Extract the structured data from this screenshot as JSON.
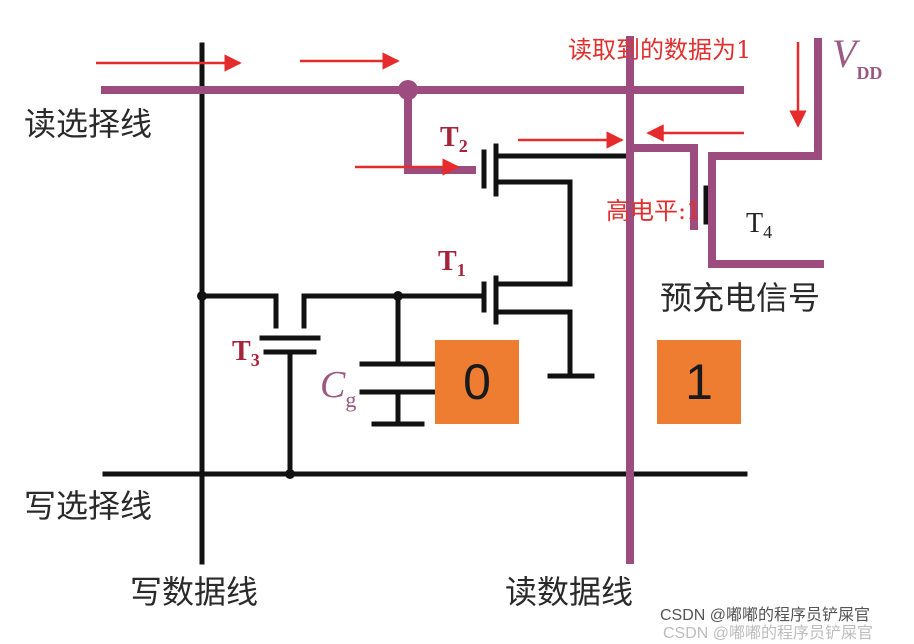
{
  "colors": {
    "read_wire": "#9c4c7e",
    "write_wire": "#111111",
    "arrow": "#e52b2b",
    "storage_box": "#ee7d32"
  },
  "labels": {
    "read_select_line": "读选择线",
    "write_select_line": "写选择线",
    "write_data_line": "写数据线",
    "read_data_line": "读数据线",
    "precharge_signal": "预充电信号",
    "read_result": "读取到的数据为1",
    "high_level": "高电平:1"
  },
  "components": {
    "t1": {
      "letter": "T",
      "sub": "1"
    },
    "t2": {
      "letter": "T",
      "sub": "2"
    },
    "t3": {
      "letter": "T",
      "sub": "3"
    },
    "t4": {
      "letter": "T",
      "sub": "4"
    },
    "vdd": {
      "letter": "V",
      "sub": "DD"
    },
    "cg": {
      "letter": "C",
      "sub": "g"
    }
  },
  "storage": {
    "left_value": "0",
    "right_value": "1"
  },
  "watermark": {
    "text": "CSDN @嘟嘟的程序员铲屎官"
  }
}
